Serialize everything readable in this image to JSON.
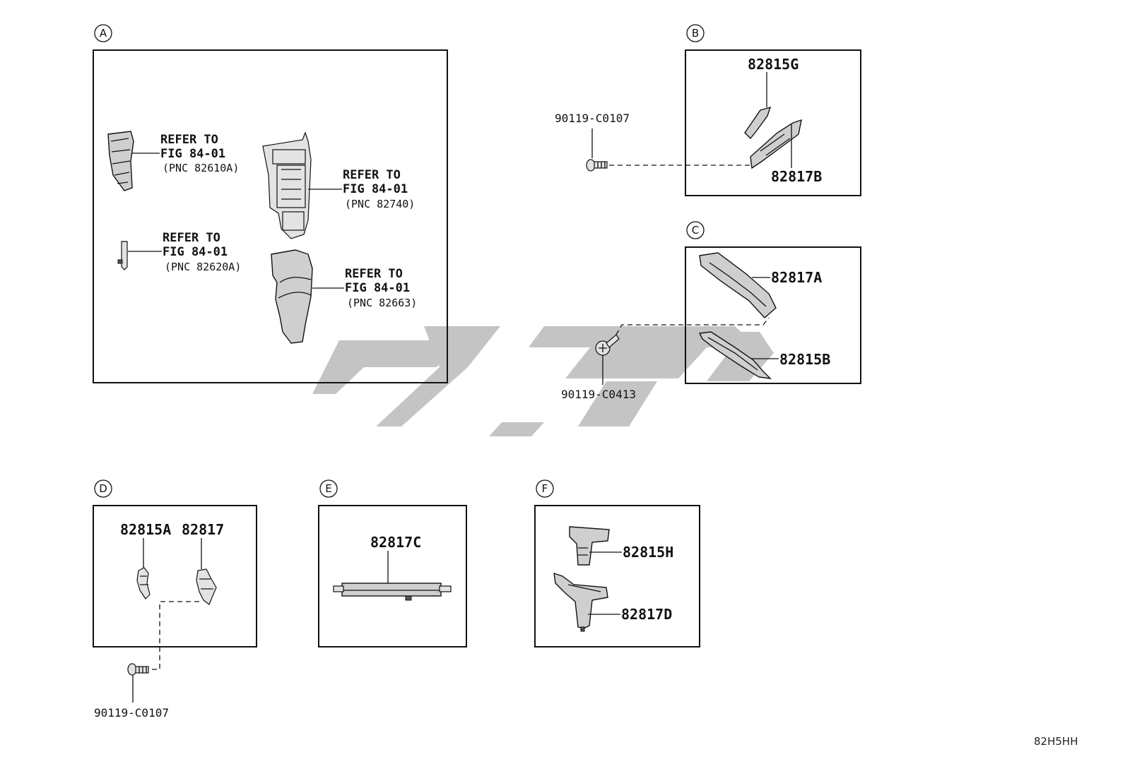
{
  "drawing_code": "82H5HH",
  "sections": {
    "a": {
      "letter": "A",
      "refs": [
        {
          "line1": "REFER TO",
          "line2": "FIG 84-01",
          "pnc": "(PNC 82610A)"
        },
        {
          "line1": "REFER TO",
          "line2": "FIG 84-01",
          "pnc": "(PNC 82740)"
        },
        {
          "line1": "REFER TO",
          "line2": "FIG 84-01",
          "pnc": "(PNC 82620A)"
        },
        {
          "line1": "REFER TO",
          "line2": "FIG 84-01",
          "pnc": "(PNC 82663)"
        }
      ]
    },
    "b": {
      "letter": "B",
      "parts": [
        "82815G",
        "82817B"
      ],
      "bolt": "90119-C0107"
    },
    "c": {
      "letter": "C",
      "parts": [
        "82817A",
        "82815B"
      ],
      "bolt": "90119-C0413"
    },
    "d": {
      "letter": "D",
      "parts": [
        "82815A",
        "82817"
      ],
      "bolt": "90119-C0107"
    },
    "e": {
      "letter": "E",
      "parts": [
        "82817C"
      ]
    },
    "f": {
      "letter": "F",
      "parts": [
        "82815H",
        "82817D"
      ]
    }
  }
}
